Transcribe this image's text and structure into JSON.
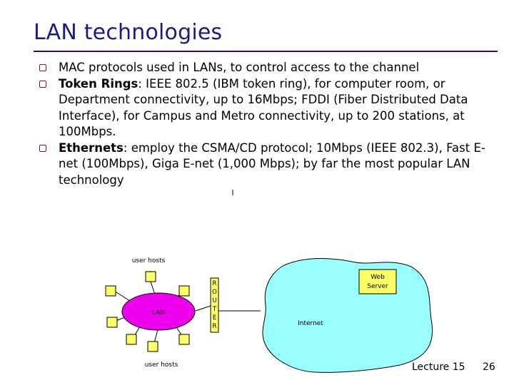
{
  "slide": {
    "title": "LAN technologies",
    "bullets": [
      {
        "term": "",
        "text": "MAC protocols used in LANs, to control access to the channel"
      },
      {
        "term": "Token Rings",
        "text": ": IEEE 802.5 (IBM token ring), for computer room, or Department connectivity, up to 16Mbps; FDDI (Fiber Distributed Data Interface), for Campus and Metro connectivity, up to 200 stations, at 100Mbps."
      },
      {
        "term": "Ethernets",
        "text": ": employ the CSMA/CD protocol; 10Mbps (IEEE 802.3), Fast E-net (100Mbps), Giga E-net (1,000 Mbps); by far the most popular LAN technology"
      }
    ],
    "footer": {
      "lecture": "Lecture 15",
      "page": "26"
    }
  },
  "diagram": {
    "label_user_hosts_top": "user hosts",
    "label_user_hosts_bottom": "user hosts",
    "label_lan": "LAN",
    "label_router_letters": [
      "R",
      "O",
      "U",
      "T",
      "E",
      "R"
    ],
    "label_internet": "Internet",
    "label_web_server": [
      "Web",
      "Server"
    ],
    "colors": {
      "host": "#ffff66",
      "lan": "#ee00ee",
      "internet": "#99ffff",
      "router": "#ffff66"
    }
  }
}
